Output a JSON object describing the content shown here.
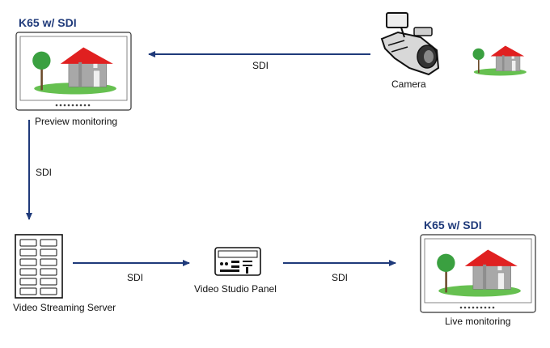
{
  "monitor_top": {
    "title": "K65 w/ SDI",
    "caption": "Preview monitoring"
  },
  "monitor_bottom": {
    "title": "K65 w/ SDI",
    "caption": "Live monitoring"
  },
  "camera": {
    "caption": "Camera"
  },
  "server": {
    "caption": "Video Streaming Server"
  },
  "panel": {
    "caption": "Video Studio Panel"
  },
  "links": {
    "camera_to_preview": "SDI",
    "preview_to_server": "SDI",
    "server_to_panel": "SDI",
    "panel_to_live": "SDI"
  },
  "colors": {
    "arrow": "#1f3a7a",
    "title": "#1f3a7a",
    "roof": "#e02020",
    "house": "#a8a8a8",
    "tree": "#3aa040",
    "grass": "#66c050"
  }
}
